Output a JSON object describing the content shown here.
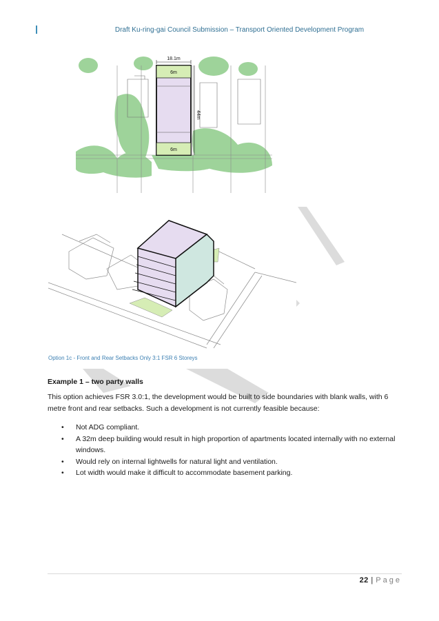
{
  "header": {
    "title": "Draft Ku-ring-gai Council Submission – Transport Oriented Development Program"
  },
  "plan": {
    "width_label": "18.1m",
    "front_setback": "6m",
    "rear_setback": "6m",
    "depth_label": "44m"
  },
  "figure": {
    "caption": "Option 1c - Front and Rear Setbacks Only 3:1 FSR 6 Storeys"
  },
  "section": {
    "heading": "Example 1 – two party walls",
    "intro": "This option achieves FSR 3.0:1, the development would be built to side boundaries with blank walls, with 6 metre front and rear setbacks. Such a development is not currently feasible because:",
    "bullets": [
      "Not ADG compliant.",
      "A 32m deep building would result in high proportion of apartments located internally with no external windows.",
      "Would rely on internal lightwells for natural light and ventilation.",
      "Lot width would make it difficult to accommodate basement parking."
    ]
  },
  "footer": {
    "page_number": "22",
    "separator": "|",
    "page_word": "Page"
  },
  "colors": {
    "accent_blue": "#2f6f93",
    "building_lilac": "#e6dcf0",
    "setback_green": "#d6edb5",
    "tree_green": "#9ed39a"
  }
}
